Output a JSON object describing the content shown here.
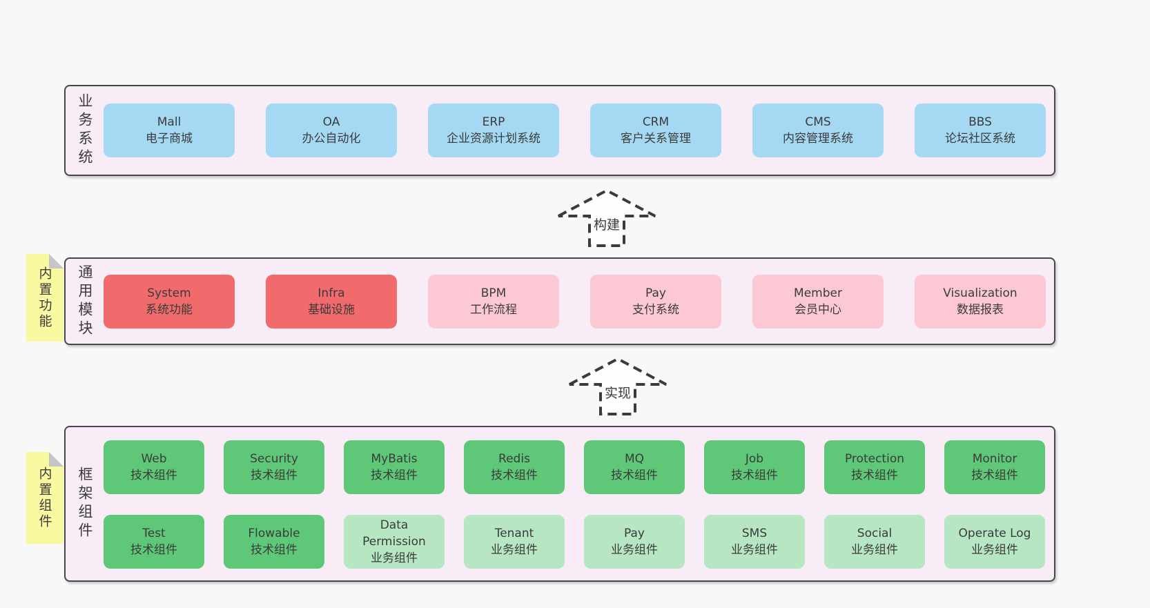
{
  "colors": {
    "page_bg": "#f8f8f8",
    "container_bg": "#f8edf6",
    "container_border": "#46454b",
    "box_blue": "#a5d8f2",
    "box_red": "#f16a6c",
    "box_pink": "#fbc8d3",
    "box_green": "#5ec878",
    "box_light_green": "#b7e6c2",
    "note_yellow": "#f9f9a2",
    "note_fold_gray": "#c5c5c9",
    "text": "#3b3b3b"
  },
  "business_layer": {
    "label": "业务系统",
    "boxes": [
      {
        "name": "Mall",
        "desc": "电子商城",
        "variant": "blue"
      },
      {
        "name": "OA",
        "desc": "办公自动化",
        "variant": "blue"
      },
      {
        "name": "ERP",
        "desc": "企业资源计划系统",
        "variant": "blue"
      },
      {
        "name": "CRM",
        "desc": "客户关系管理",
        "variant": "blue"
      },
      {
        "name": "CMS",
        "desc": "内容管理系统",
        "variant": "blue"
      },
      {
        "name": "BBS",
        "desc": "论坛社区系统",
        "variant": "blue"
      }
    ]
  },
  "build_arrow": {
    "label": "构建"
  },
  "common_layer": {
    "note": "内置功能",
    "label": "通用模块",
    "boxes": [
      {
        "name": "System",
        "desc": "系统功能",
        "variant": "red"
      },
      {
        "name": "Infra",
        "desc": "基础设施",
        "variant": "red"
      },
      {
        "name": "BPM",
        "desc": "工作流程",
        "variant": "pink"
      },
      {
        "name": "Pay",
        "desc": "支付系统",
        "variant": "pink"
      },
      {
        "name": "Member",
        "desc": "会员中心",
        "variant": "pink"
      },
      {
        "name": "Visualization",
        "desc": "数据报表",
        "variant": "pink"
      }
    ]
  },
  "implement_arrow": {
    "label": "实现"
  },
  "framework_layer": {
    "note": "内置组件",
    "label": "框架组件",
    "row1": [
      {
        "name": "Web",
        "desc": "技术组件",
        "variant": "green"
      },
      {
        "name": "Security",
        "desc": "技术组件",
        "variant": "green"
      },
      {
        "name": "MyBatis",
        "desc": "技术组件",
        "variant": "green"
      },
      {
        "name": "Redis",
        "desc": "技术组件",
        "variant": "green"
      },
      {
        "name": "MQ",
        "desc": "技术组件",
        "variant": "green"
      },
      {
        "name": "Job",
        "desc": "技术组件",
        "variant": "green"
      },
      {
        "name": "Protection",
        "desc": "技术组件",
        "variant": "green"
      },
      {
        "name": "Monitor",
        "desc": "技术组件",
        "variant": "green"
      }
    ],
    "row2": [
      {
        "name": "Test",
        "desc": "技术组件",
        "variant": "green"
      },
      {
        "name": "Flowable",
        "desc": "技术组件",
        "variant": "green"
      },
      {
        "name": "Data Permission",
        "desc": "业务组件",
        "variant": "light-green"
      },
      {
        "name": "Tenant",
        "desc": "业务组件",
        "variant": "light-green"
      },
      {
        "name": "Pay",
        "desc": "业务组件",
        "variant": "light-green"
      },
      {
        "name": "SMS",
        "desc": "业务组件",
        "variant": "light-green"
      },
      {
        "name": "Social",
        "desc": "业务组件",
        "variant": "light-green"
      },
      {
        "name": "Operate Log",
        "desc": "业务组件",
        "variant": "light-green"
      }
    ]
  }
}
